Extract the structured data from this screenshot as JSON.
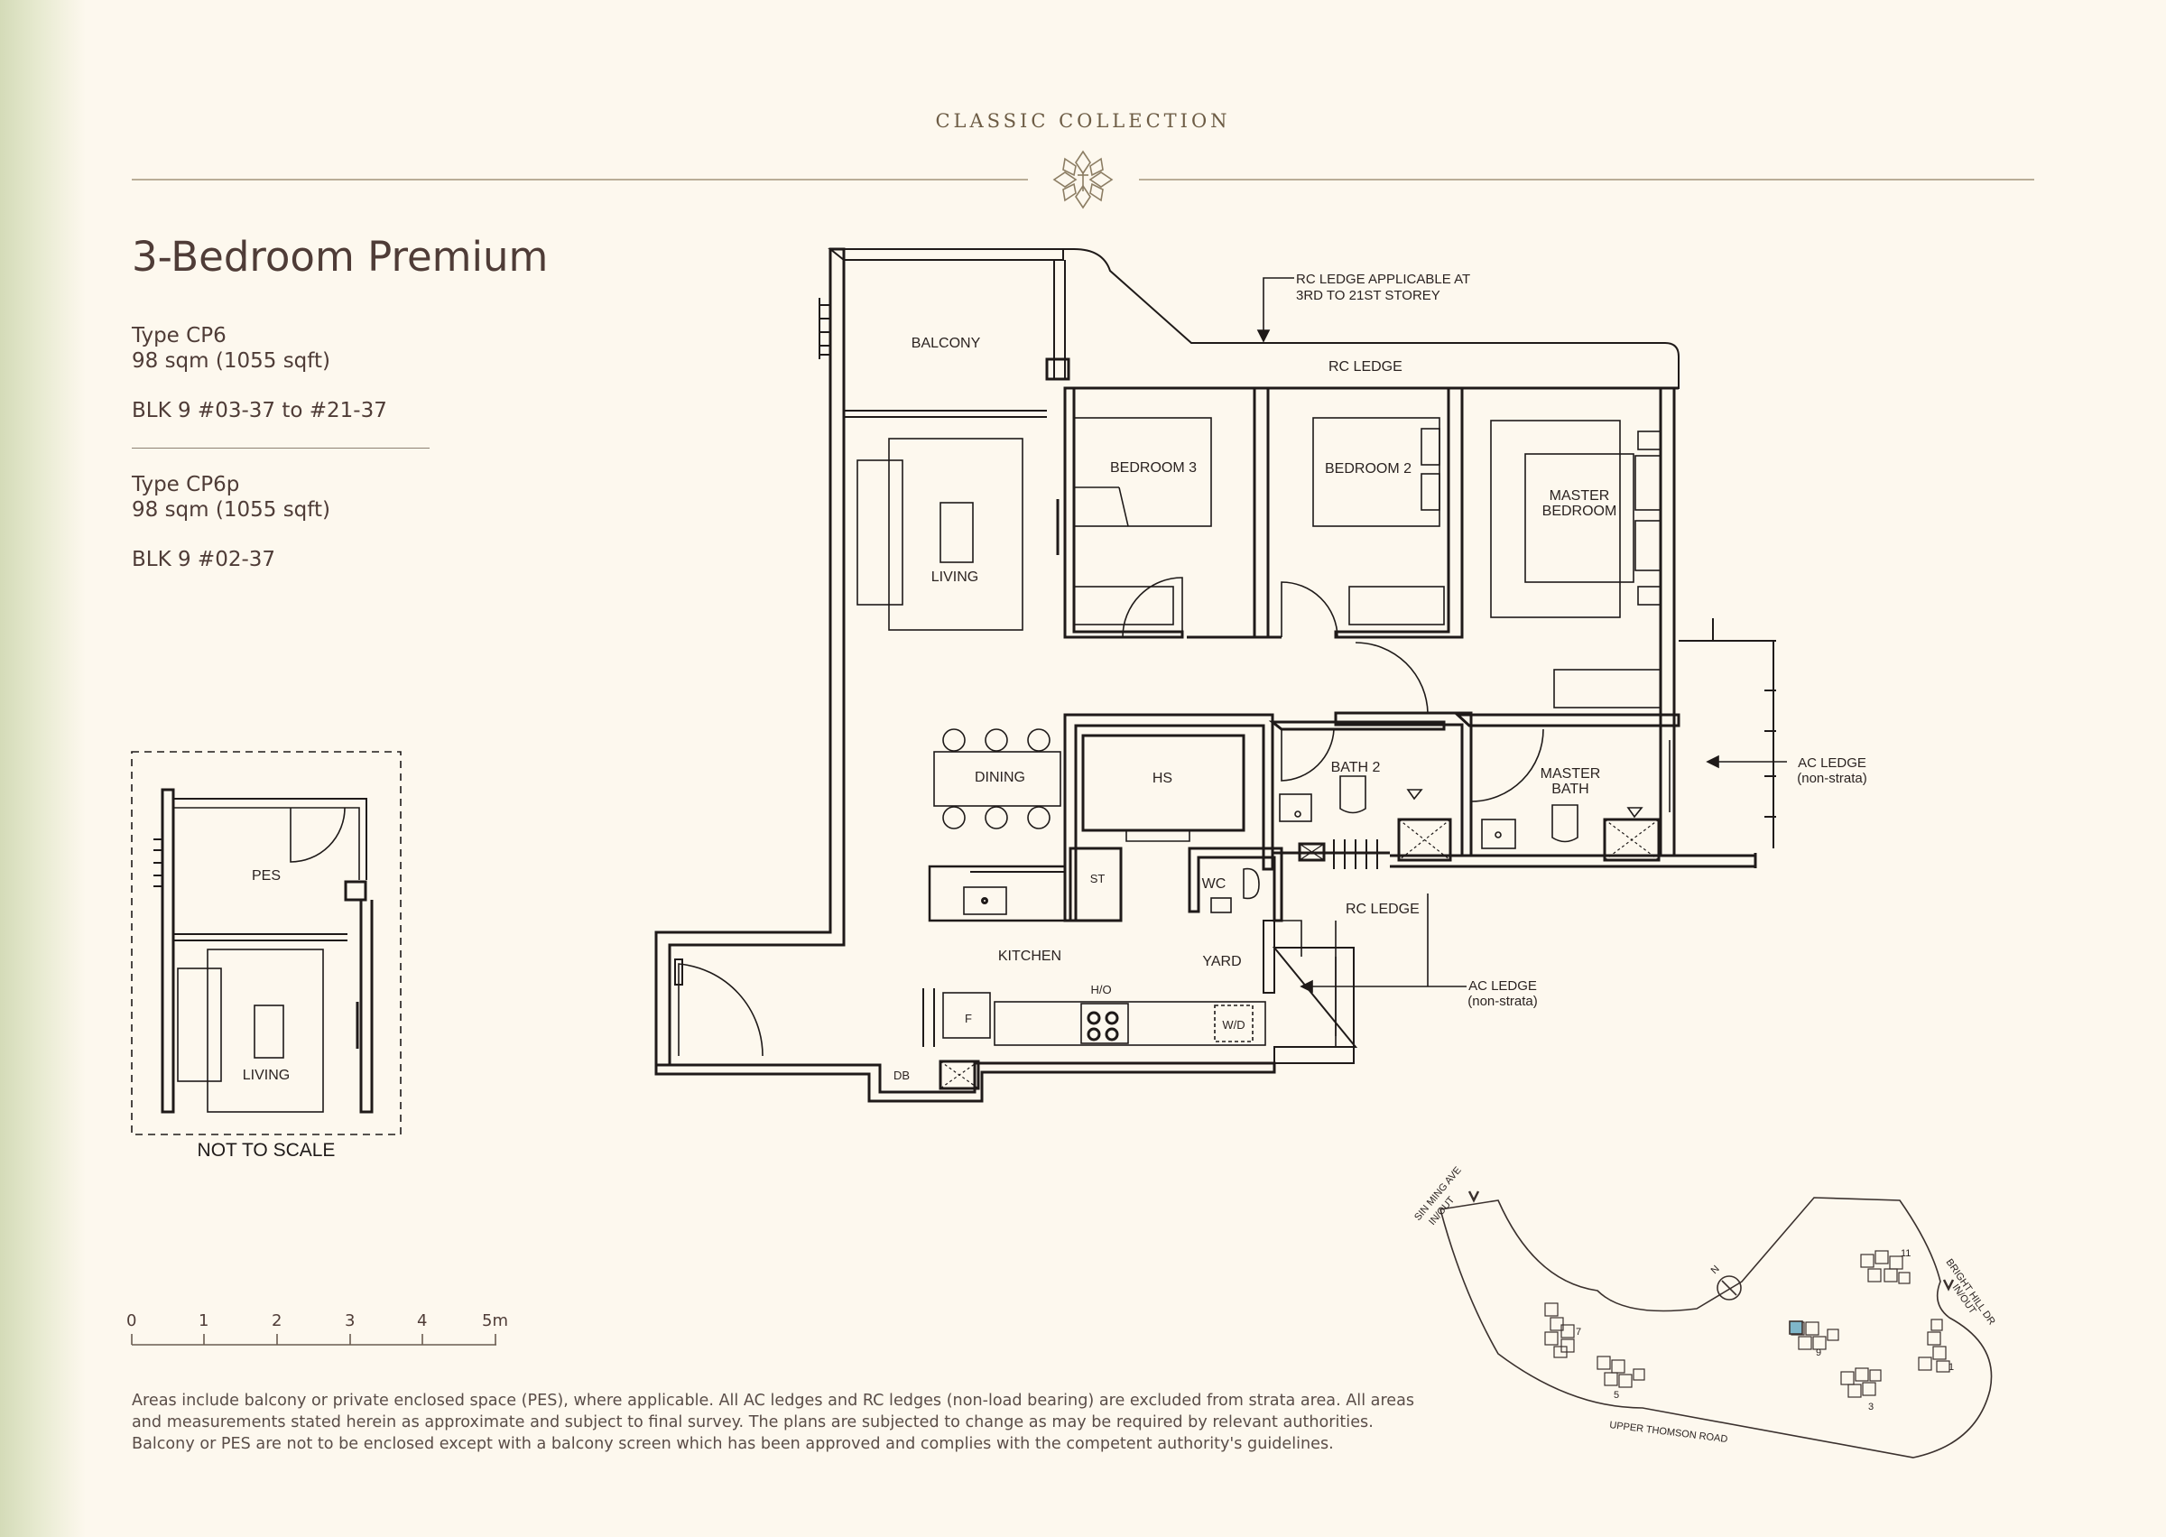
{
  "header": {
    "collection": "CLASSIC COLLECTION",
    "crest_icon": "leaf-crest-icon"
  },
  "unit": {
    "title": "3-Bedroom Premium",
    "type_a": {
      "name": "Type CP6",
      "area": "98 sqm (1055 sqft)",
      "units": "BLK 9 #03-37 to #21-37"
    },
    "type_b": {
      "name": "Type CP6p",
      "area": "98 sqm (1055 sqft)",
      "units": "BLK 9 #02-37"
    }
  },
  "floor_plan": {
    "rooms": {
      "balcony": "BALCONY",
      "living": "LIVING",
      "bedroom3": "BEDROOM 3",
      "bedroom2": "BEDROOM 2",
      "master_line1": "MASTER",
      "master_line2": "BEDROOM",
      "dining": "DINING",
      "hs": "HS",
      "bath2": "BATH 2",
      "master_bath_line1": "MASTER",
      "master_bath_line2": "BATH",
      "st": "ST",
      "wc": "WC",
      "kitchen": "KITCHEN",
      "yard": "YARD",
      "ho": "H/O",
      "f": "F",
      "wd": "W/D",
      "db": "DB"
    },
    "annotations": {
      "rc_ledge_top_line1": "RC LEDGE APPLICABLE AT",
      "rc_ledge_top_line2": "3RD TO 21ST STOREY",
      "rc_ledge": "RC LEDGE",
      "rc_ledge_mid": "RC LEDGE",
      "ac_ledge_right_line1": "AC LEDGE",
      "ac_ledge_right_line2": "(non-strata)",
      "ac_ledge_mid_line1": "AC LEDGE",
      "ac_ledge_mid_line2": "(non-strata)"
    }
  },
  "inset": {
    "pes": "PES",
    "living": "LIVING",
    "caption": "NOT TO SCALE"
  },
  "scale_bar": {
    "labels": [
      "0",
      "1",
      "2",
      "3",
      "4",
      "5m"
    ]
  },
  "site_plan": {
    "sin_ming_line1": "SIN MING AVE",
    "sin_ming_line2": "IN/OUT",
    "bright_hill_line1": "BRIGHT HILL DR",
    "bright_hill_line2": "IN/OUT",
    "upper_thomson": "UPPER THOMSON ROAD",
    "north": "N",
    "blocks": [
      "11",
      "7",
      "9",
      "5",
      "3",
      "1"
    ],
    "highlight_color": "#7fb6c9"
  },
  "disclaimer": [
    "Areas include balcony or private enclosed space (PES), where applicable. All AC ledges and RC ledges (non-load bearing) are excluded from strata area. All areas",
    "and measurements stated herein as approximate and subject to final survey. The plans are subjected to change as may be required by relevant authorities.",
    "Balcony or PES are not to be enclosed except with a balcony screen which has been approved and complies with the competent authority's guidelines."
  ]
}
